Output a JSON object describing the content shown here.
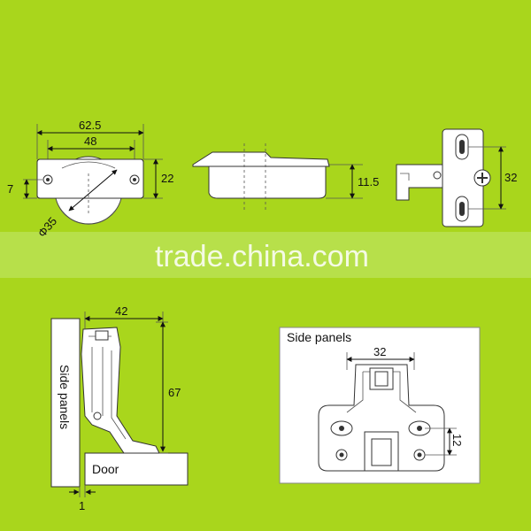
{
  "colors": {
    "background": "#a9d61c",
    "band": "#b7e04a",
    "part": "#ffffff",
    "line": "#111111",
    "watermark": "#ffffff"
  },
  "watermark": "trade.china.com",
  "cup_view": {
    "dim_width": "62.5",
    "dim_holes": "48",
    "dim_height": "22",
    "dim_offset": "7",
    "dim_diameter": "Φ35"
  },
  "side_view": {
    "dim_depth": "11.5"
  },
  "plate_view": {
    "dim_height": "32"
  },
  "mount_view": {
    "dim_width": "42",
    "dim_height": "67",
    "dim_gap": "1",
    "label_side": "Side panels",
    "label_door": "Door"
  },
  "base_view": {
    "label_side": "Side panels",
    "dim_width": "32",
    "dim_spacing": "12"
  }
}
